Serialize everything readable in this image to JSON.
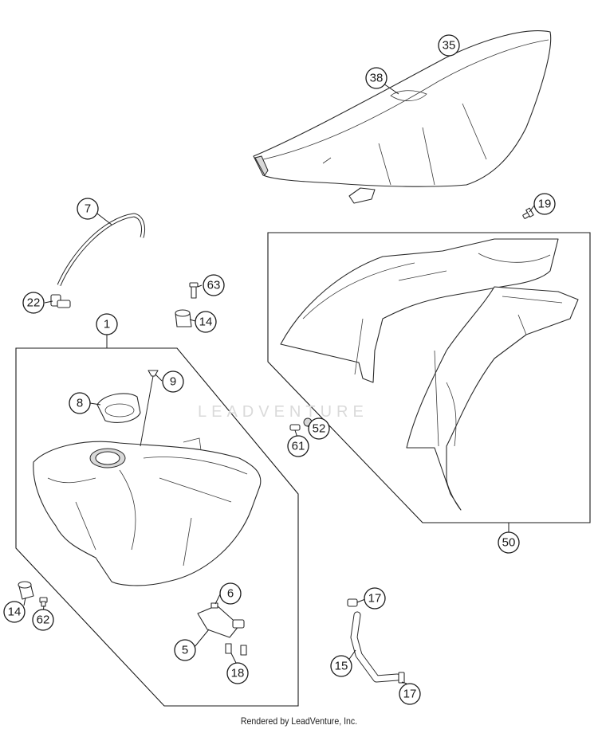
{
  "watermark": "LEADVENTURE",
  "footer": "Rendered by LeadVenture, Inc.",
  "callouts": [
    {
      "id": "c35",
      "label": "35"
    },
    {
      "id": "c38",
      "label": "38"
    },
    {
      "id": "c7",
      "label": "7"
    },
    {
      "id": "c19",
      "label": "19"
    },
    {
      "id": "c63",
      "label": "63"
    },
    {
      "id": "c22",
      "label": "22"
    },
    {
      "id": "c14a",
      "label": "14"
    },
    {
      "id": "c1",
      "label": "1"
    },
    {
      "id": "c9",
      "label": "9"
    },
    {
      "id": "c8",
      "label": "8"
    },
    {
      "id": "c52",
      "label": "52"
    },
    {
      "id": "c61",
      "label": "61"
    },
    {
      "id": "c50",
      "label": "50"
    },
    {
      "id": "c6",
      "label": "6"
    },
    {
      "id": "c17a",
      "label": "17"
    },
    {
      "id": "c14b",
      "label": "14"
    },
    {
      "id": "c62",
      "label": "62"
    },
    {
      "id": "c5",
      "label": "5"
    },
    {
      "id": "c15",
      "label": "15"
    },
    {
      "id": "c18",
      "label": "18"
    },
    {
      "id": "c17b",
      "label": "17"
    }
  ]
}
